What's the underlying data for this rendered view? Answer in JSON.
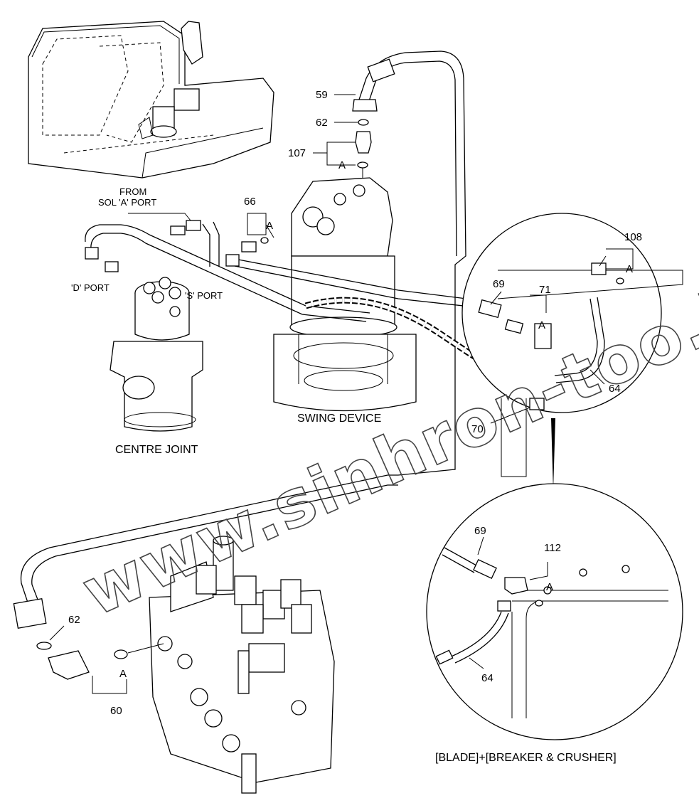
{
  "labels": {
    "from_sol_1": "FROM",
    "from_sol_2": "SOL 'A' PORT",
    "d_port": "'D' PORT",
    "s_port": "'S' PORT",
    "swing_device": "SWING DEVICE",
    "centre_joint": "CENTRE JOINT",
    "option_caption": "[BLADE]+[BREAKER & CRUSHER]",
    "watermark": "www.sinhron-too.kz"
  },
  "callouts": {
    "p59": "59",
    "p62a": "62",
    "p107": "107",
    "p107_a": "A",
    "p66": "66",
    "p66_a": "A",
    "p108": "108",
    "p108_a": "A",
    "p69a": "69",
    "p71": "71",
    "p71_a": "A",
    "p64a": "64",
    "p70": "70",
    "p62b": "62",
    "p60": "60",
    "p60_a": "A",
    "p69b": "69",
    "p112": "112",
    "p112_a": "A",
    "p64b": "64"
  }
}
